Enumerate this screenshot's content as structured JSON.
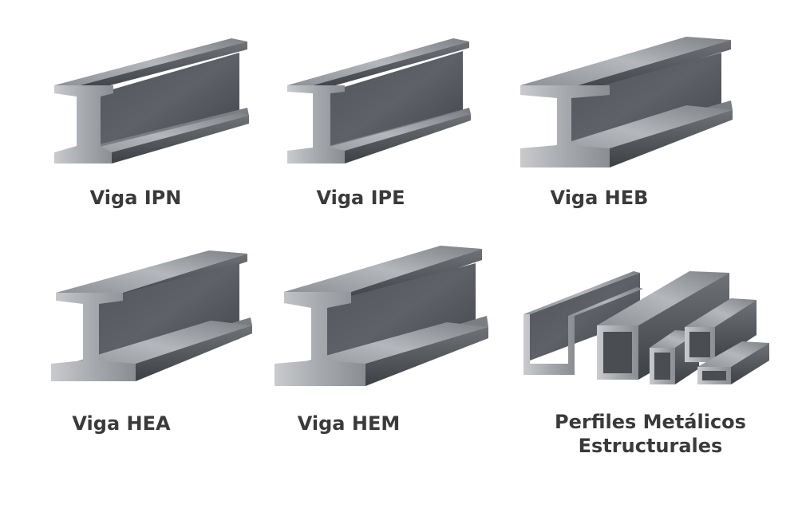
{
  "labels": {
    "ipn": "Viga IPN",
    "ipe": "Viga IPE",
    "heb": "Viga HEB",
    "hea": "Viga HEA",
    "hem": "Viga HEM",
    "perfiles_line1": "Perfiles Metálicos",
    "perfiles_line2": "Estructurales"
  },
  "colors": {
    "background": "#ffffff",
    "label_text": "#3a3a3a",
    "steel_light": "#9a9da2",
    "steel_mid": "#6b6e73",
    "steel_dark": "#45484c"
  },
  "items": [
    {
      "profile": "IPN",
      "icon": "ipn-beam-icon"
    },
    {
      "profile": "IPE",
      "icon": "ipe-beam-icon"
    },
    {
      "profile": "HEB",
      "icon": "heb-beam-icon"
    },
    {
      "profile": "HEA",
      "icon": "hea-beam-icon"
    },
    {
      "profile": "HEM",
      "icon": "hem-beam-icon"
    },
    {
      "profile": "Perfiles",
      "icon": "structural-profiles-icon"
    }
  ]
}
